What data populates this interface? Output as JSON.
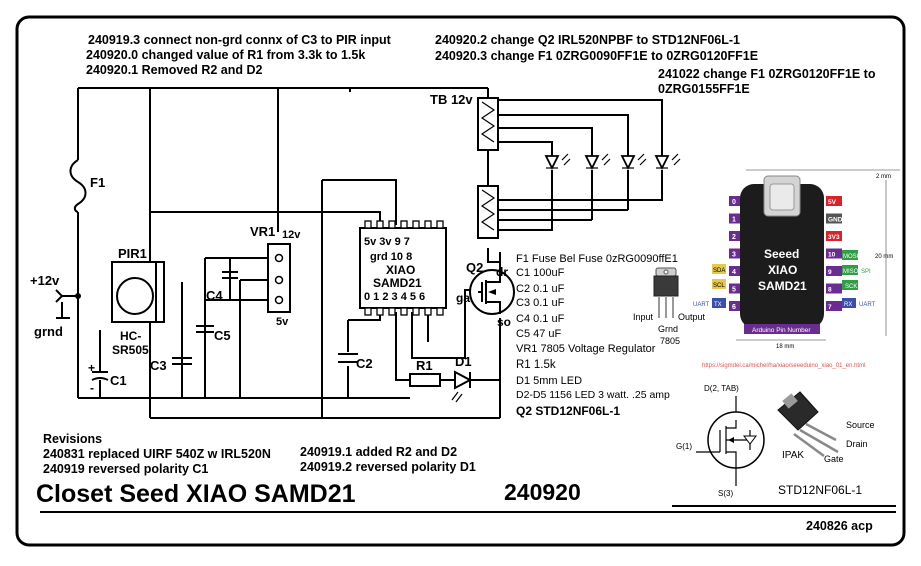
{
  "notes_top": [
    "240919.3 connect non-grd connx of C3 to PIR input",
    "240920.0 changed value of R1 from 3.3k to 1.5k",
    "240920.1 Removed R2 and D2"
  ],
  "notes_top_right": [
    "240920.2 change Q2 IRL520NPBF to  STD12NF06L-1",
    "240920.3 change F1 0ZRG0090FF1E to 0ZRG0120FF1E"
  ],
  "note_f1_change": [
    "241022 change F1 0ZRG0120FF1E to",
    "0ZRG0155FF1E"
  ],
  "labels": {
    "tb": "TB 12v",
    "f1": "F1",
    "pir": "PIR1",
    "pir_model": [
      "HC-",
      "SR505"
    ],
    "vr1": "VR1",
    "vr1_in": "12v",
    "vr1_out": "5v",
    "power_in": "+12v",
    "ground": "grnd",
    "c1": "C1",
    "c2": "C2",
    "c3": "C3",
    "c4": "C4",
    "c5": "C5",
    "r1": "R1",
    "d1": "D1",
    "q2": "Q2",
    "dr": "dr",
    "ga": "ga",
    "so": "so",
    "plus": "+",
    "minus": "-"
  },
  "chip": {
    "row1": "5v  3v   9    7",
    "row2": "grd  10  8",
    "name1": "XIAO",
    "name2": "SAMD21",
    "row3": "0 1 2 3 4 5 6"
  },
  "bom": [
    "F1 Fuse Bel Fuse  0zRG0090ffE1",
    "C1 100uF",
    "C2 0.1 uF",
    "C3 0.1 uF",
    "C4 0.1 uF",
    "C5 47 uF",
    "VR1 7805 Voltage Regulator",
    "R1  1.5k",
    "D1 5mm LED",
    "D2-D5 1156 LED 3 watt. .25 amp",
    "Q2 STD12NF06L-1"
  ],
  "regulator_pic": {
    "input": "Input",
    "output": "Output",
    "ground": "Grnd",
    "model": "7805"
  },
  "xiao_board": {
    "title": [
      "Seeed",
      "XIAO",
      "SAMD21"
    ],
    "left_pins": [
      "0",
      "1",
      "2",
      "3",
      "4",
      "5",
      "6"
    ],
    "right_pins": [
      "5V",
      "GND",
      "3V3",
      "10",
      "9",
      "8",
      "7"
    ],
    "left_tags": [
      "SDA",
      "SCL",
      "UART",
      "TX"
    ],
    "right_tags": [
      "MOSI",
      "MISO",
      "SCK",
      "RX"
    ],
    "spi": "SPI",
    "uart_left": "UART",
    "uart_right": "UART",
    "footer": "Arduino Pin Number",
    "dim_top": "2 mm",
    "dim_right": "20 mm",
    "dim_bottom": "18 mm",
    "url": "https://sigmdel.ca/michel/ha/xiao/seeeduino_xiao_01_en.html"
  },
  "mosfet_pic": {
    "drain_tab": "D(2, TAB)",
    "gate": "G(1)",
    "source": "S(3)",
    "package": "IPAK",
    "pin_source": "Source",
    "pin_drain": "Drain",
    "pin_gate": "Gate",
    "part": "STD12NF06L-1"
  },
  "revisions": {
    "title": "Revisions",
    "items": [
      "240831 replaced UIRF 540Z w IRL520N",
      "240919 reversed polarity C1"
    ],
    "items2": [
      "240919.1 added R2 and D2",
      "240919.2 reversed polarity D1"
    ]
  },
  "title": "Closet Seed XIAO SAMD21",
  "date": "240920",
  "footer": "240826 acp",
  "colors": {
    "ink": "#000000",
    "pin_purple": "#6b2c91",
    "pin_red": "#d8232a",
    "pin_green": "#2f9e44",
    "pin_gray": "#555555",
    "tag_blue": "#3b4fa8",
    "tag_yellow": "#c8a92a",
    "url": "#d9534f"
  }
}
